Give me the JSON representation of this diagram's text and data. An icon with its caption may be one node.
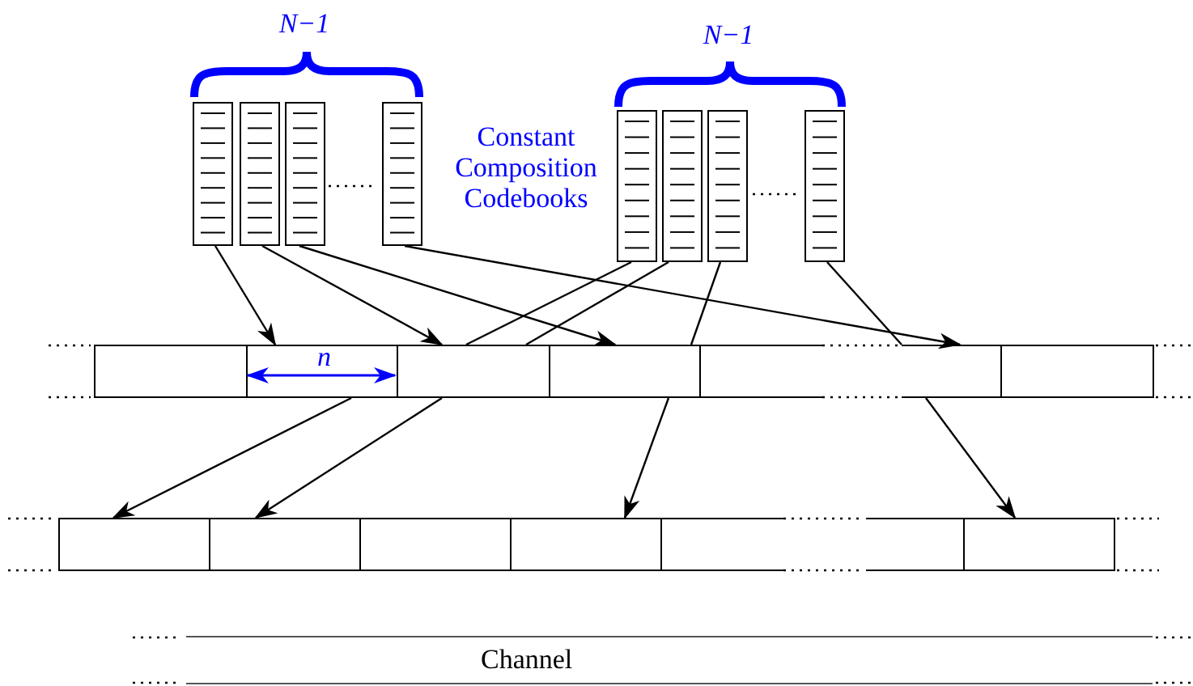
{
  "diagram": {
    "nodes": [
      {
        "text": [],
        "shape": "box"
      },
      {
        "text": [],
        "shape": "box"
      },
      {
        "text": [],
        "shape": "box"
      },
      {
        "text": [],
        "shape": "box"
      },
      {
        "text": [],
        "shape": "box"
      },
      {
        "text": [],
        "shape": "box"
      },
      {
        "text": [],
        "shape": "box"
      },
      {
        "text": [],
        "shape": "box"
      },
      {
        "text": [],
        "shape": "box"
      },
      {
        "text": [],
        "shape": "box"
      },
      {
        "text": [],
        "shape": "box"
      },
      {
        "text": [],
        "shape": "box"
      },
      {
        "text": [],
        "shape": "box"
      },
      {
        "text": [],
        "shape": "box"
      },
      {
        "text": [],
        "shape": "box"
      },
      {
        "text": [],
        "shape": "box"
      },
      {
        "text": [],
        "shape": "box"
      },
      {
        "text": [],
        "shape": "box"
      },
      {
        "text": [],
        "shape": "box"
      },
      {
        "text": [],
        "shape": "box"
      },
      {
        "text": [],
        "shape": "box"
      },
      {
        "text": [],
        "shape": "box"
      },
      {
        "text": [
          "Channel"
        ]
      }
    ],
    "edges": [
      {
        "from": 0,
        "to": 9,
        "arrow": "to"
      },
      {
        "from": 1,
        "to": 10,
        "arrow": "to"
      },
      {
        "from": 2,
        "to": 11,
        "arrow": "to"
      },
      {
        "from": 3,
        "to": 13,
        "arrow": "to"
      },
      {
        "from": 4,
        "to": 10,
        "arrow": "none"
      },
      {
        "from": 5,
        "to": 10,
        "arrow": "none"
      },
      {
        "from": 6,
        "to": 11,
        "arrow": "none"
      },
      {
        "from": 7,
        "to": 13,
        "arrow": "none"
      },
      {
        "from": 9,
        "to": 15,
        "arrow": "to"
      },
      {
        "from": 10,
        "to": 16,
        "arrow": "to"
      },
      {
        "from": 11,
        "to": 18,
        "arrow": "to"
      },
      {
        "from": 13,
        "to": 21,
        "arrow": "to"
      }
    ],
    "labels": [
      "N−1",
      "N−1",
      "Constant Composition Codebooks",
      "n"
    ]
  }
}
